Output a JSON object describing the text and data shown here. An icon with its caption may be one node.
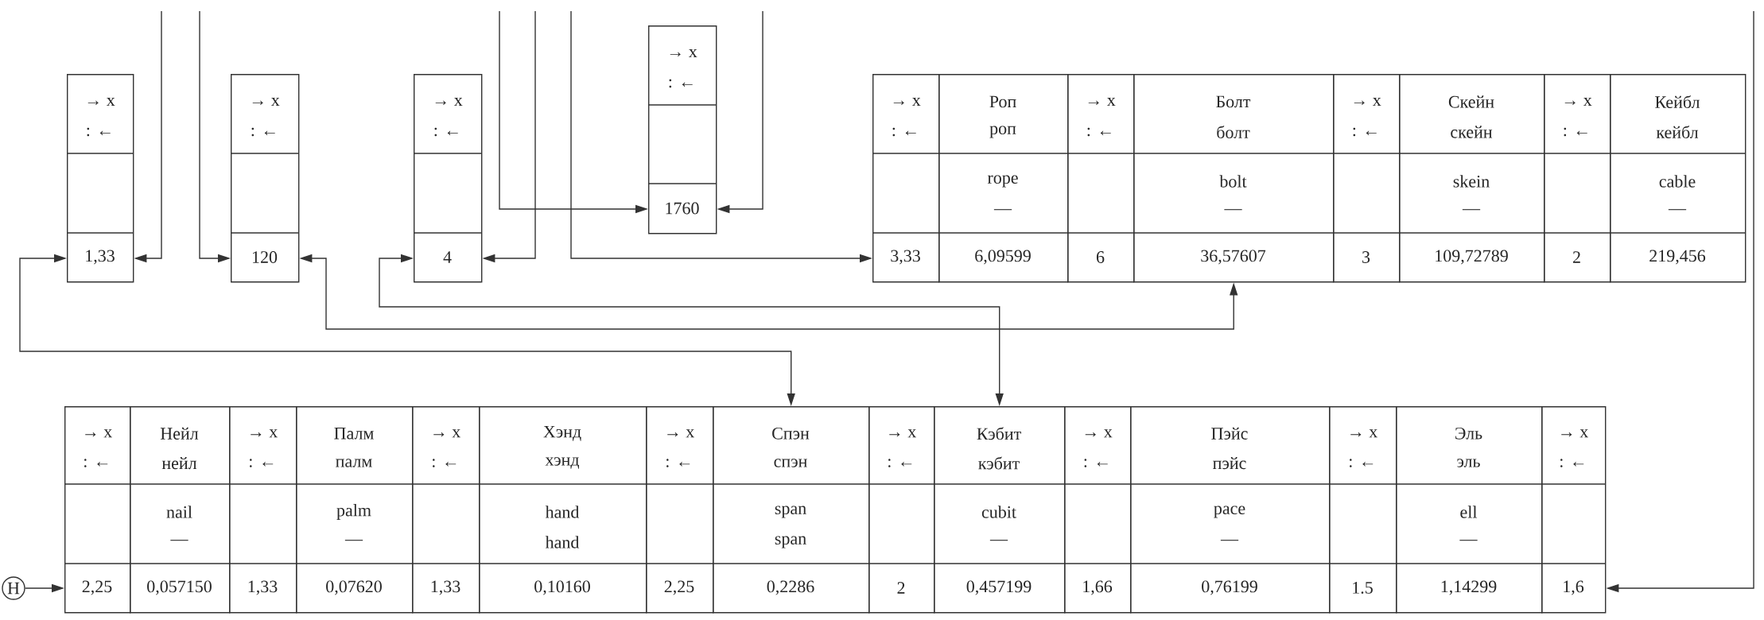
{
  "diagram": {
    "nodes": [
      {
        "text": [
          "→ x",
          ": ←",
          "1,33"
        ]
      },
      {
        "text": [
          "→ x",
          ": ←",
          "120"
        ]
      },
      {
        "text": [
          "→ x",
          ": ←",
          "4"
        ]
      },
      {
        "text": [
          "→ x",
          ": ←",
          "1760"
        ]
      },
      {
        "text": [
          "→ x",
          ": ←",
          "3,33"
        ]
      },
      {
        "text": [
          "Роп",
          "роп",
          "rope",
          "—",
          "6,09599"
        ]
      },
      {
        "text": [
          "→ x",
          ": ←",
          "6"
        ]
      },
      {
        "text": [
          "Болт",
          "болт",
          "bolt",
          "—",
          "36,57607"
        ]
      },
      {
        "text": [
          "→ x",
          ": ←",
          "3"
        ]
      },
      {
        "text": [
          "Скейн",
          "скейн",
          "skein",
          "—",
          "109,72789"
        ]
      },
      {
        "text": [
          "→ x",
          ": ←",
          "2"
        ]
      },
      {
        "text": [
          "Кейбл",
          "кейбл",
          "cable",
          "—",
          "219,456"
        ]
      },
      {
        "text": [
          "Н"
        ]
      },
      {
        "text": [
          "→ x",
          ": ←",
          "2,25"
        ]
      },
      {
        "text": [
          "Нейл",
          "нейл",
          "nail",
          "—",
          "0,057150"
        ]
      },
      {
        "text": [
          "→ x",
          ": ←",
          "1,33"
        ]
      },
      {
        "text": [
          "Палм",
          "палм",
          "palm",
          "—",
          "0,07620"
        ]
      },
      {
        "text": [
          "→ x",
          ": ←",
          "1,33"
        ]
      },
      {
        "text": [
          "Хэнд",
          "хэнд",
          "hand",
          "hand",
          "0,10160"
        ]
      },
      {
        "text": [
          "→ x",
          ": ←",
          "2,25"
        ]
      },
      {
        "text": [
          "Спэн",
          "спэн",
          "span",
          "span",
          "0,2286"
        ]
      },
      {
        "text": [
          "→ x",
          ": ←",
          "2"
        ]
      },
      {
        "text": [
          "Кэбит",
          "кэбит",
          "cubit",
          "—",
          "0,457199"
        ]
      },
      {
        "text": [
          "→ x",
          ": ←",
          "1,66"
        ]
      },
      {
        "text": [
          "Пэйс",
          "пэйс",
          "pace",
          "—",
          "0,76199"
        ]
      },
      {
        "text": [
          "→ x",
          ": ←",
          "1.5"
        ]
      },
      {
        "text": [
          "Эль",
          "эль",
          "ell",
          "—",
          "1,14299"
        ]
      },
      {
        "text": [
          "→ x",
          ": ←",
          "1,6"
        ]
      }
    ],
    "edges": [
      {
        "from": null,
        "to": 0,
        "arrow": "to"
      },
      {
        "from": null,
        "to": 1,
        "arrow": "to"
      },
      {
        "from": 0,
        "to": 20,
        "arrow": "both"
      },
      {
        "from": 1,
        "to": 7,
        "arrow": "both"
      },
      {
        "from": 2,
        "to": 22,
        "arrow": "both"
      },
      {
        "from": null,
        "to": 2,
        "arrow": "to"
      },
      {
        "from": null,
        "to": 3,
        "arrow": "to"
      },
      {
        "from": null,
        "to": 4,
        "arrow": "to"
      },
      {
        "from": null,
        "to": 3,
        "arrow": "to"
      },
      {
        "from": 12,
        "to": 13,
        "arrow": "to"
      },
      {
        "from": null,
        "to": 27,
        "arrow": "to"
      }
    ]
  }
}
